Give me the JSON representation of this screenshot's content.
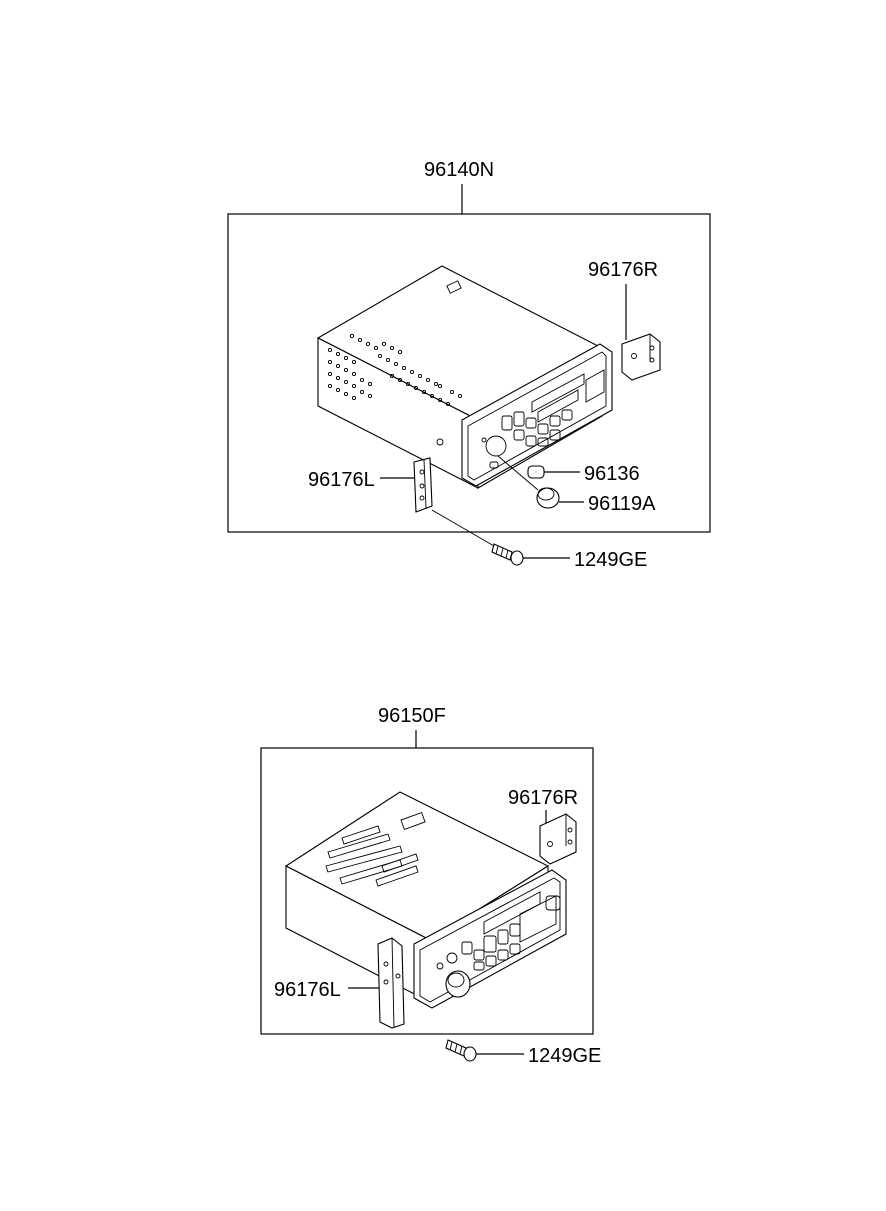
{
  "assemblies": [
    {
      "part_number": "96140N",
      "callouts": {
        "bracket_right": "96176R",
        "bracket_left": "96176L",
        "button": "96136",
        "knob": "96119A",
        "screw": "1249GE"
      }
    },
    {
      "part_number": "96150F",
      "callouts": {
        "bracket_right": "96176R",
        "bracket_left": "96176L",
        "screw": "1249GE"
      }
    }
  ]
}
